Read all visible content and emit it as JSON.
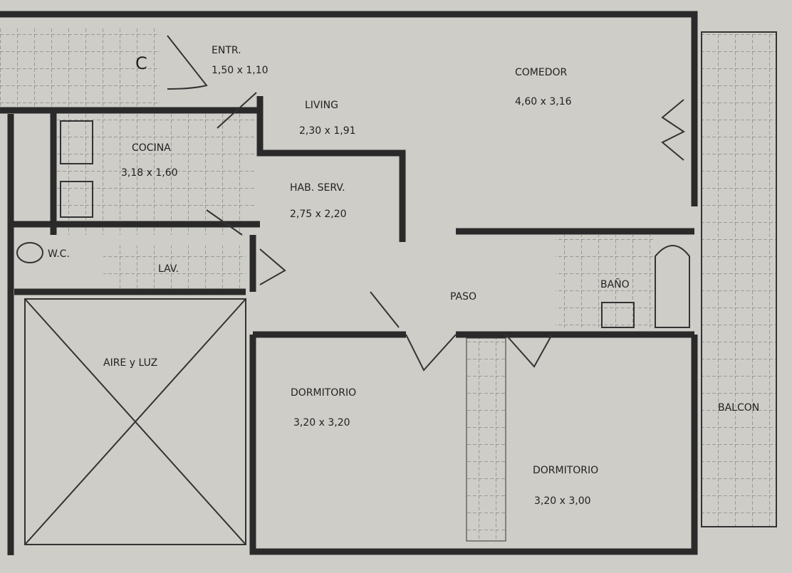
{
  "rooms": {
    "entrada": {
      "name": "ENTR.",
      "size": "1,50 x 1,10"
    },
    "living": {
      "name": "LIVING",
      "size": "2,30 x 1,91"
    },
    "comedor": {
      "name": "COMEDOR",
      "size": "4,60 x 3,16"
    },
    "cocina": {
      "name": "COCINA",
      "size": "3,18 x 1,60"
    },
    "hab_serv": {
      "name": "HAB. SERV.",
      "size": "2,75 x 2,20"
    },
    "wc": {
      "name": "W.C."
    },
    "lav": {
      "name": "LAV."
    },
    "paso": {
      "name": "PASO"
    },
    "bano": {
      "name": "BAÑO"
    },
    "aire_luz": {
      "name": "AIRE y LUZ"
    },
    "dormitorio1": {
      "name": "DORMITORIO",
      "size": "3,20 x 3,20"
    },
    "dormitorio2": {
      "name": "DORMITORIO",
      "size": "3,20 x 3,00"
    },
    "balcon": {
      "name": "BALCON"
    },
    "closet": {
      "name": "C"
    }
  },
  "colors": {
    "paper": "#cfcdc8",
    "ink": "#2a2a2a"
  }
}
